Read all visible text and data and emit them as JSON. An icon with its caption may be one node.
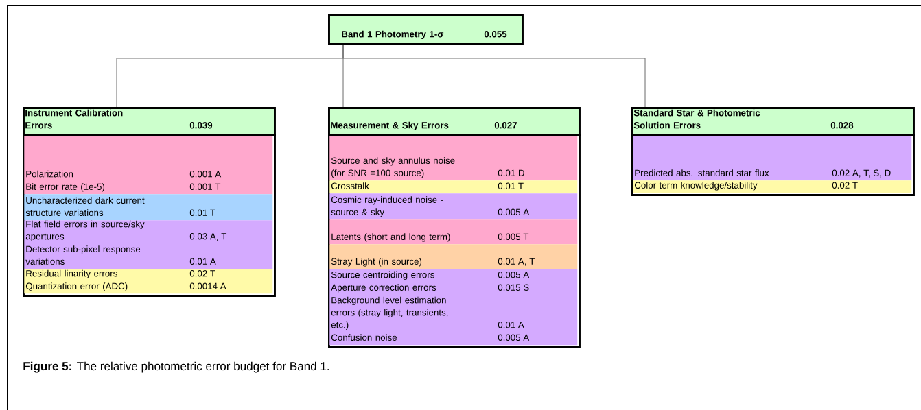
{
  "diagram": {
    "caption": "**Figure 5:** The relative photometric error budget for Band 1.",
    "nodes": [
      {
        "text": [
          "Band 1 Photometry 1-σ",
          "0.055"
        ]
      },
      {
        "text": [
          "Instrument Calibration Errors",
          "0.039"
        ]
      },
      {
        "text": [],
        "shape": "box"
      },
      {
        "text": [
          "Polarization",
          "0.001 A",
          "Bit error rate (1e-5)",
          "0.001 T"
        ],
        "in": 2
      },
      {
        "text": [
          "Uncharacterized dark current structure variations",
          "0.01 T"
        ],
        "in": 2
      },
      {
        "text": [
          "Flat field errors in source/sky apertures",
          "0.03 A, T",
          "Detector sub-pixel response variations",
          "0.01 A"
        ],
        "in": 2
      },
      {
        "text": [
          "Residual linarity errors",
          "0.02 T",
          "Quantization error (ADC)",
          "0.0014 A"
        ],
        "in": 2
      },
      {
        "text": [
          "Measurement & Sky Errors",
          "0.027"
        ]
      },
      {
        "text": [],
        "shape": "box"
      },
      {
        "text": [
          "Source and sky annulus noise (for SNR =100 source)",
          "0.01 D"
        ],
        "in": 8
      },
      {
        "text": [
          "Crosstalk",
          "0.01 T"
        ],
        "in": 8
      },
      {
        "text": [
          "Cosmic ray-induced noise - source & sky",
          "0.005 A"
        ],
        "in": 8
      },
      {
        "text": [
          "Latents (short and long term)",
          "0.005 T"
        ],
        "in": 8
      },
      {
        "text": [
          "Stray Light (in source)",
          "0.01 A, T"
        ],
        "in": 8
      },
      {
        "text": [
          "Source centroiding errors",
          "0.005 A",
          "Aperture correction errors",
          "0.015 S",
          "Background level estimation errors (stray light, transients, etc.)",
          "0.01 A",
          "Confusion noise",
          "0.005 A"
        ],
        "in": 8
      },
      {
        "text": [
          "Standard Star & Photometric Solution Errors",
          "0.028"
        ]
      },
      {
        "text": [],
        "shape": "box"
      },
      {
        "text": [
          "Predicted abs. standard star flux",
          "0.02 A, T, S, D"
        ],
        "in": 16
      },
      {
        "text": [
          "Color term knowledge/stability",
          "0.02 T"
        ],
        "in": 16
      }
    ],
    "edges": [
      {
        "from": 0,
        "to": 1,
        "arrow": "none"
      },
      {
        "from": 0,
        "to": 7,
        "arrow": "none"
      },
      {
        "from": 0,
        "to": 15,
        "arrow": "none"
      }
    ]
  }
}
